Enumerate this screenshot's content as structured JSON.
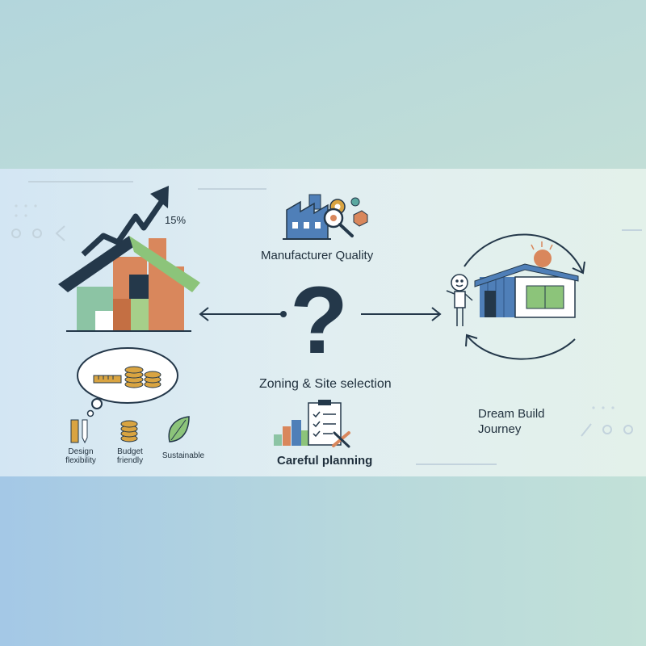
{
  "center": {
    "top_label": "Manufacturer Quality",
    "question_mark": "?",
    "middle_label": "Zoning & Site selection",
    "bottom_label": "Careful planning"
  },
  "left": {
    "growth_percent": "15%",
    "benefits": [
      {
        "label": "Design\nflexibility",
        "icon": "ruler-pencil-icon"
      },
      {
        "label": "Budget\nfriendly",
        "icon": "coin-stack-icon"
      },
      {
        "label": "Sustainable",
        "icon": "leaf-icon"
      }
    ]
  },
  "right": {
    "journey_label": "Dream Build\nJourney"
  },
  "colors": {
    "navy": "#24384a",
    "orange": "#d9875c",
    "green": "#8cc47a",
    "teal": "#5aa8a0",
    "gold": "#d9a441",
    "blue": "#4f7fb8"
  }
}
